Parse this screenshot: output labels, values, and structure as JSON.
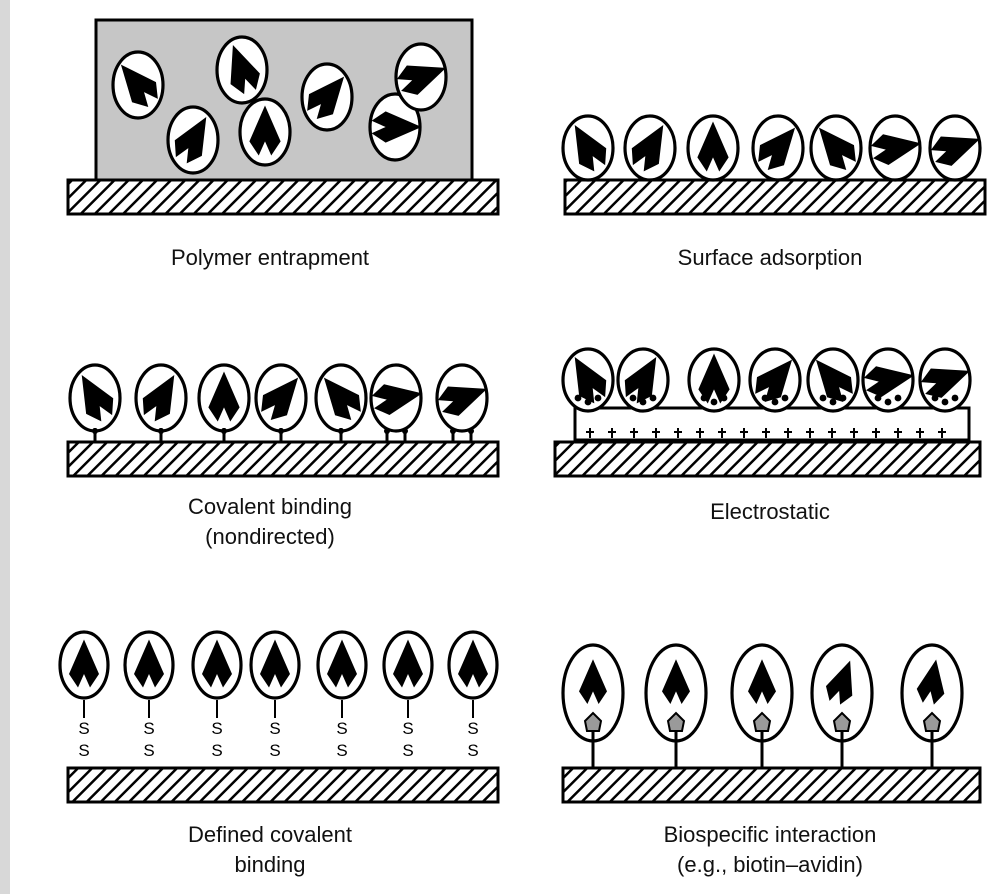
{
  "panels": [
    {
      "id": "polymer-entrapment",
      "caption": [
        "Polymer entrapment"
      ]
    },
    {
      "id": "surface-adsorption",
      "caption": [
        "Surface adsorption"
      ]
    },
    {
      "id": "covalent-nondirected",
      "caption": [
        "Covalent binding",
        "(nondirected)"
      ]
    },
    {
      "id": "electrostatic",
      "caption": [
        "Electrostatic"
      ]
    },
    {
      "id": "defined-covalent",
      "caption": [
        "Defined covalent",
        "binding"
      ]
    },
    {
      "id": "biospecific",
      "caption": [
        "Biospecific interaction",
        "(e.g., biotin–avidin)"
      ]
    }
  ],
  "disulfide_label": "S",
  "colors": {
    "gel": "#c6c6c6",
    "ink": "#000000",
    "paper": "#ffffff",
    "frame": "#d8d8d8"
  },
  "icons": [
    "enzyme-icon",
    "substrate-hatch",
    "disulfide-link",
    "biotin-avidin-link"
  ]
}
